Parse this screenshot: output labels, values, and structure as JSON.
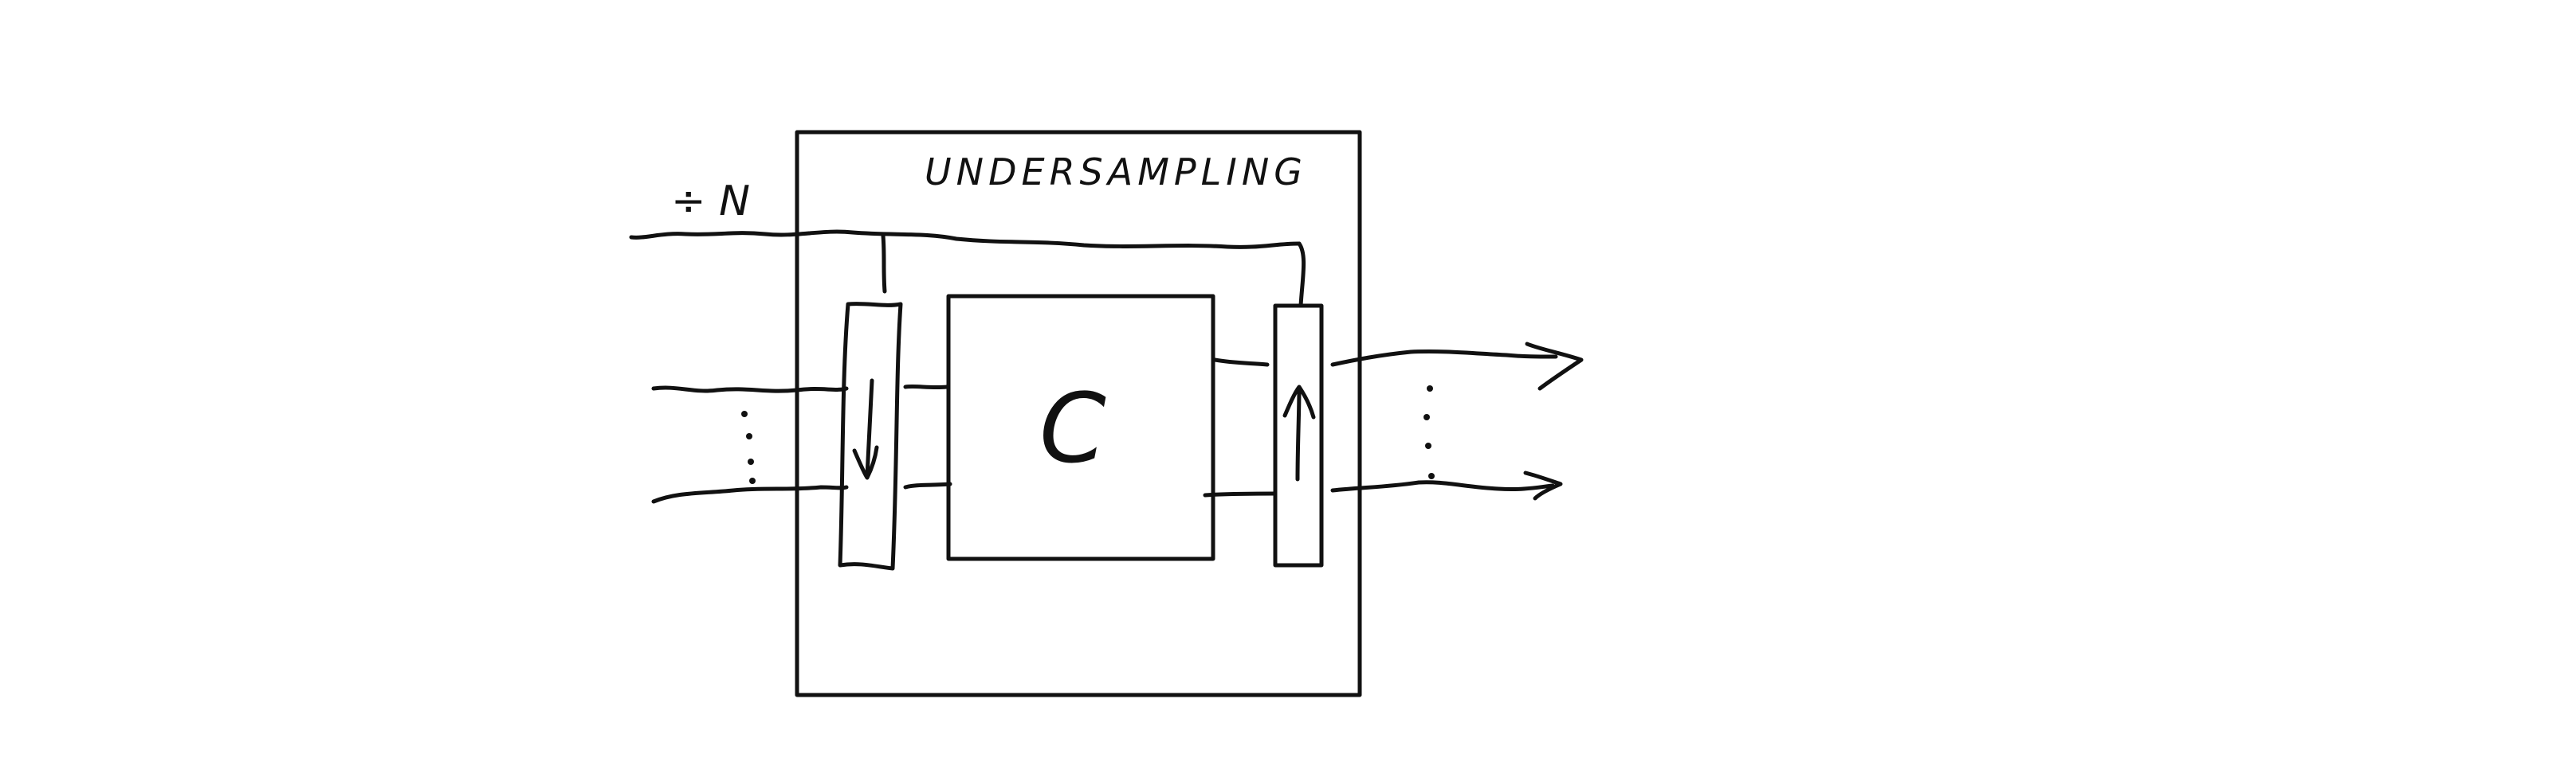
{
  "diagram": {
    "ink_color": "#111111",
    "background": "#ffffff",
    "title": "UNDERSAMPLING",
    "divider_label": "÷ N",
    "inner_block_label": "C",
    "icons": {
      "downsampler": "down-arrow-icon",
      "upsampler": "up-arrow-icon",
      "input_ellipsis": "vertical-ellipsis-icon",
      "output_ellipsis": "vertical-ellipsis-icon",
      "output_arrows": "arrowhead-icon"
    }
  }
}
